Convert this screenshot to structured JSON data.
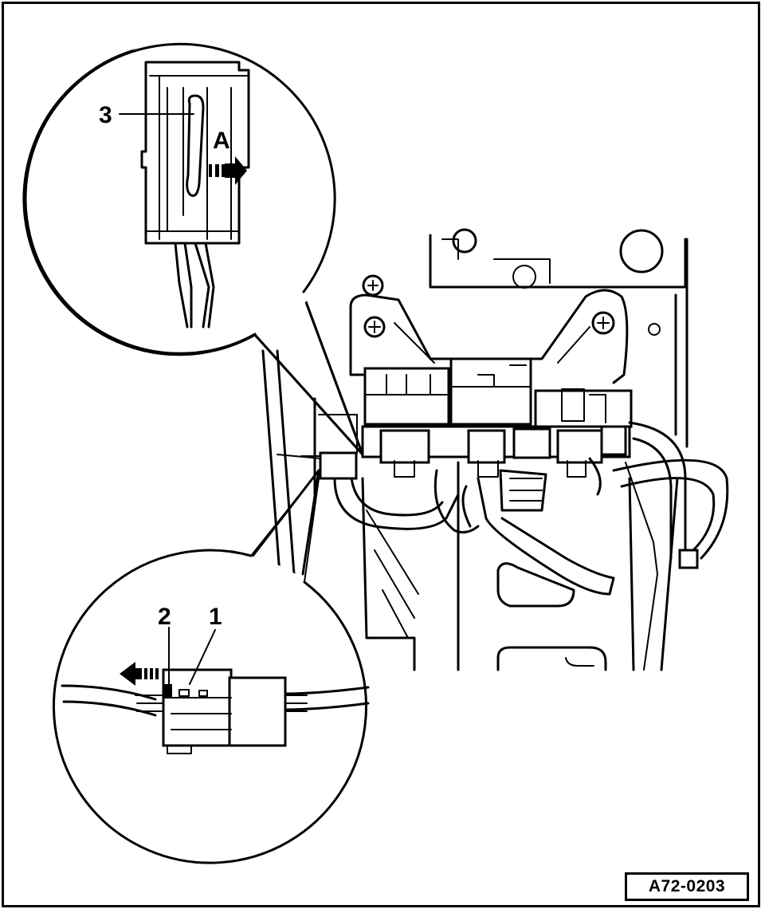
{
  "figure": {
    "id_label": "A72-0203",
    "callouts": {
      "label_1": "1",
      "label_2": "2",
      "label_3": "3",
      "label_A": "A"
    }
  }
}
